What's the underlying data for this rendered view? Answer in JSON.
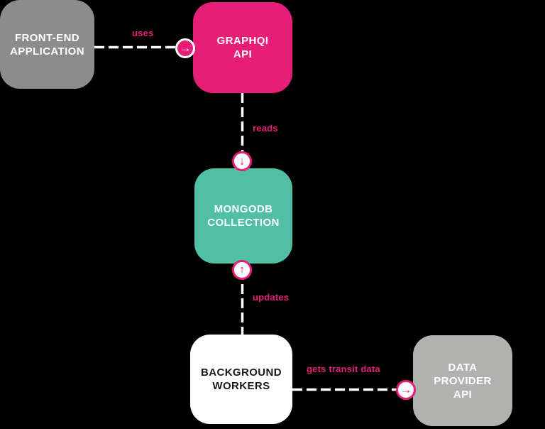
{
  "colors": {
    "pink": "#e61e78",
    "teal": "#50bfa6",
    "gray_dark": "#8c8c8c",
    "gray_light": "#b1b1b0",
    "white": "#ffffff",
    "text_dark": "#1a1a1a",
    "background": "#000000"
  },
  "nodes": {
    "frontend_application": {
      "lines": [
        "FRONT-END",
        "APPLICATION"
      ]
    },
    "graphql_api": {
      "lines": [
        "GRAPHQI",
        "API"
      ]
    },
    "mongodb_collection": {
      "lines": [
        "MONGODB",
        "COLLECTION"
      ]
    },
    "background_workers": {
      "lines": [
        "BACKGROUND",
        "WORKERS"
      ]
    },
    "data_provider_api": {
      "lines": [
        "DATA",
        "PROVIDER",
        "API"
      ]
    }
  },
  "edges": {
    "uses": {
      "label": "uses",
      "from": "frontend_application",
      "to": "graphql_api",
      "direction": "right"
    },
    "reads": {
      "label": "reads",
      "from": "graphql_api",
      "to": "mongodb_collection",
      "direction": "down"
    },
    "updates": {
      "label": "updates",
      "from": "background_workers",
      "to": "mongodb_collection",
      "direction": "up"
    },
    "gets_transit_data": {
      "label": "gets transit data",
      "from": "background_workers",
      "to": "data_provider_api",
      "direction": "right"
    }
  },
  "icons": {
    "arrow_right": "→",
    "arrow_down": "↓",
    "arrow_up": "↑"
  }
}
